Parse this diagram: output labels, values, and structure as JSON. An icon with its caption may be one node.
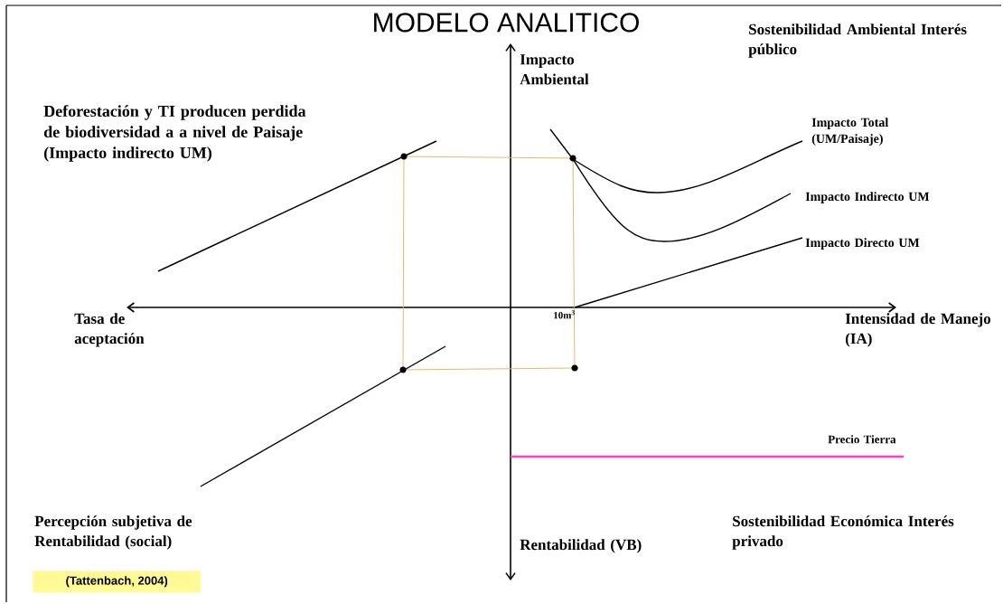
{
  "diagram": {
    "title": "MODELO ANALITICO",
    "nodes": [
      {
        "text": [
          "(Tattenbach, 2004)"
        ]
      }
    ],
    "labels": [
      "Sostenibilidad Ambiental Interés público",
      "Impacto Ambiental",
      "Deforestación y TI producen perdida de biodiversidad a a nivel de Paisaje (Impacto indirecto UM)",
      "Impacto Total (UM/Paisaje)",
      "Impacto Indirecto UM",
      "Impacto Directo UM",
      "Tasa de aceptación",
      "10m$^{3}$",
      "Intensidad de Manejo (IA)",
      "Precio Tierra",
      "Percepción subjetiva de Rentabilidad (social)",
      "Sostenibilidad Económica Interés privado",
      "Rentabilidad (VB)"
    ]
  }
}
